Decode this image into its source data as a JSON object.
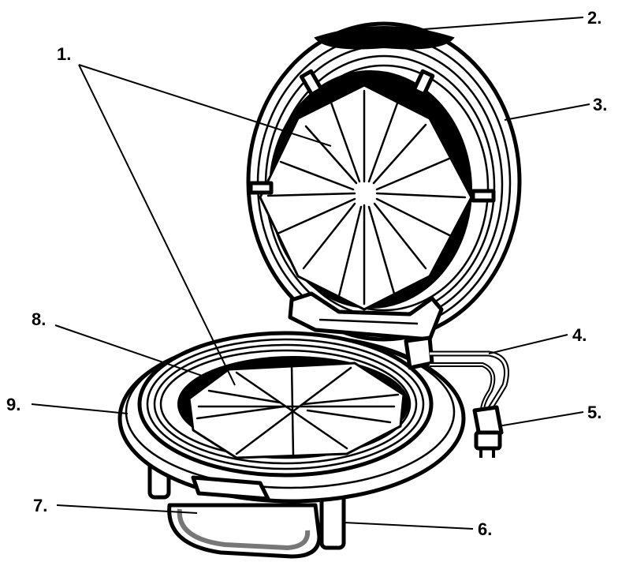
{
  "labels": {
    "l1": "1.",
    "l2": "2.",
    "l3": "3.",
    "l4": "4.",
    "l5": "5.",
    "l6": "6.",
    "l7": "7.",
    "l8": "8.",
    "l9": "9."
  }
}
